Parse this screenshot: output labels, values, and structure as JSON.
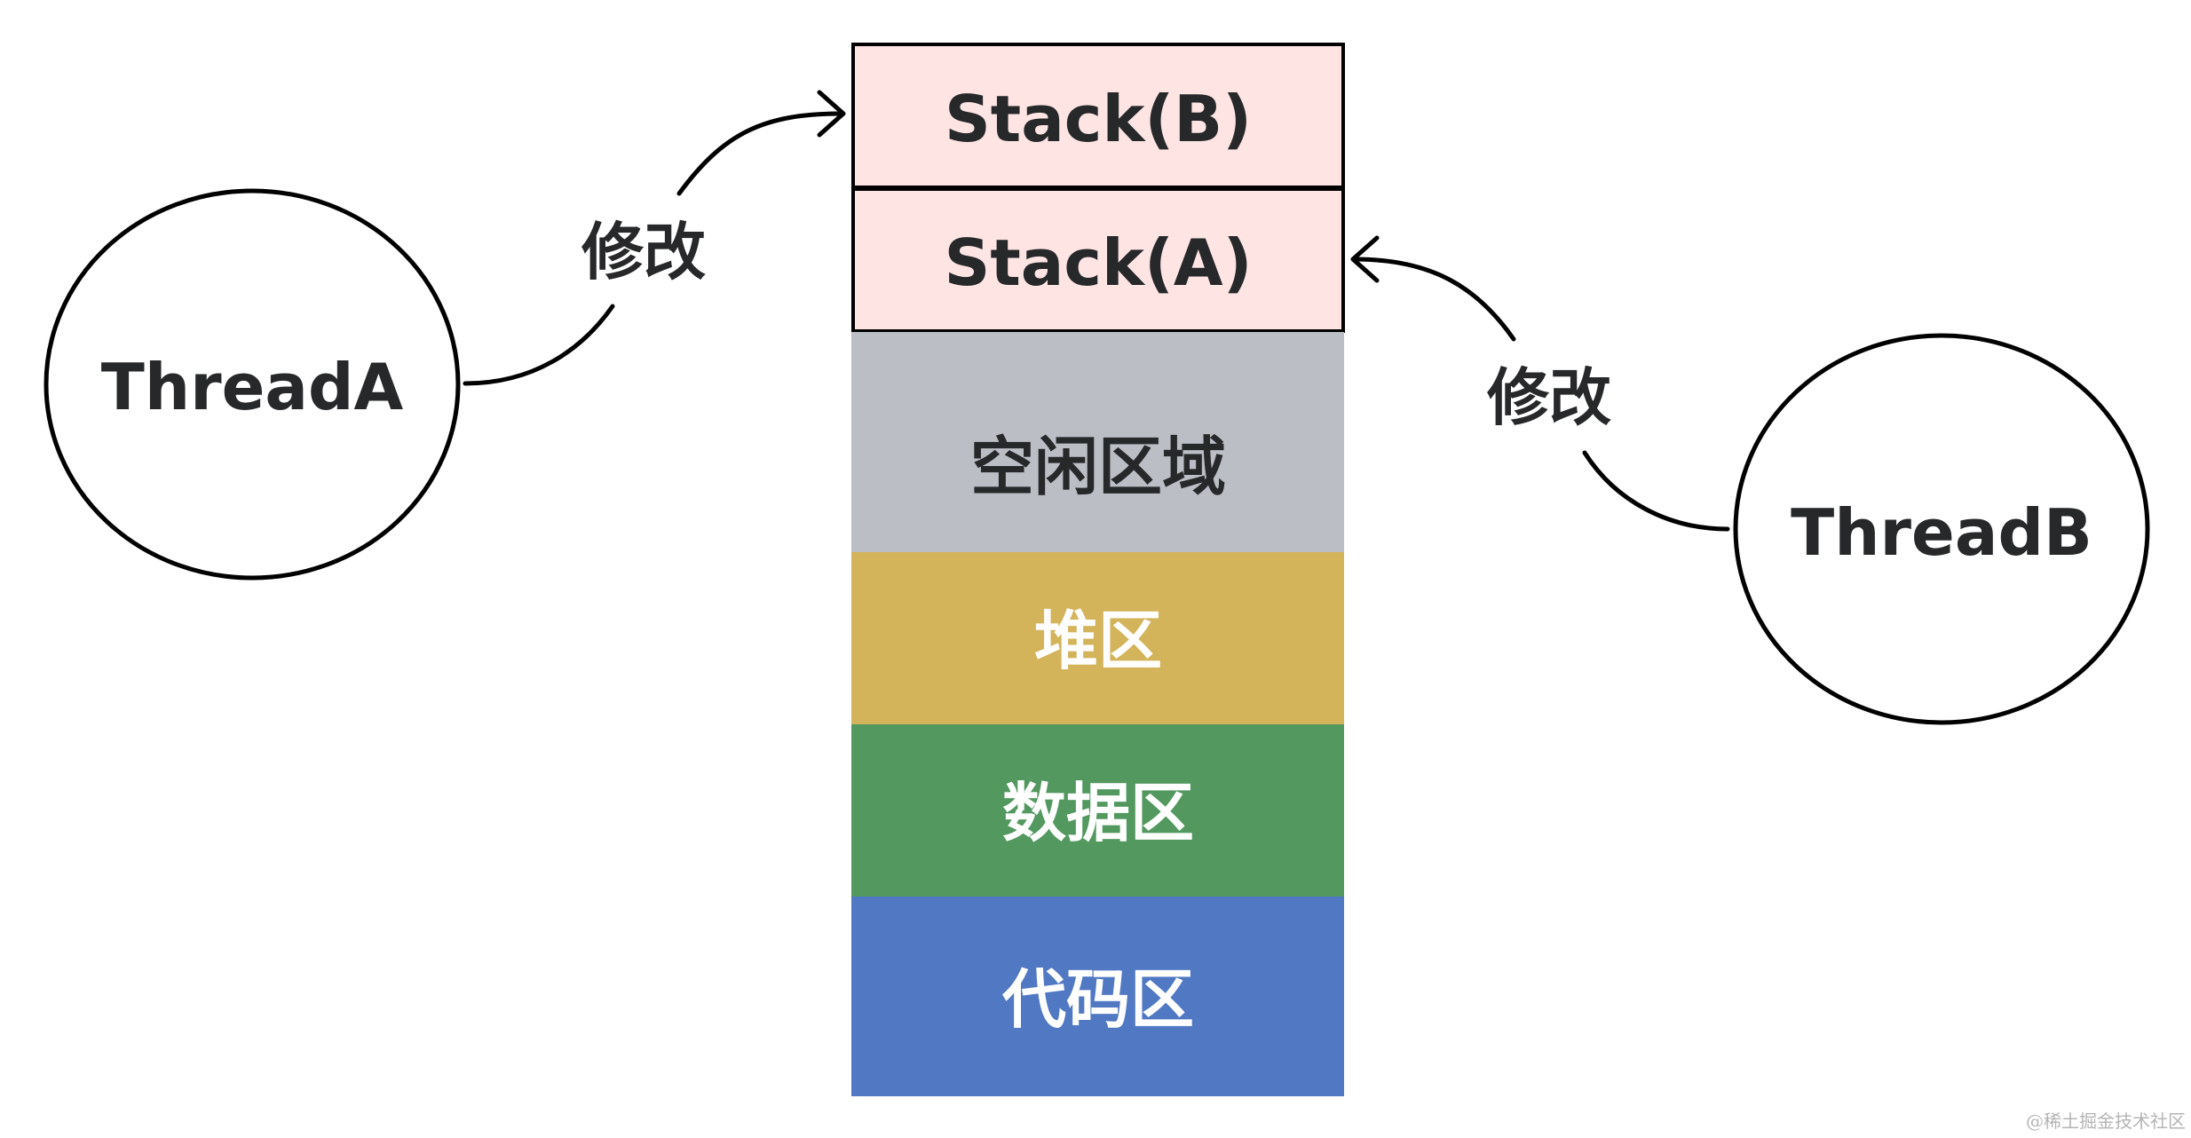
{
  "memory_layout": {
    "segments": [
      {
        "label": "Stack(B)",
        "fill": "#ffe4e4",
        "text_color": "#26282a",
        "bordered": true
      },
      {
        "label": "Stack(A)",
        "fill": "#ffe4e4",
        "text_color": "#26282a",
        "bordered": true
      },
      {
        "label": "空闲区域",
        "fill": "#bbbfc5",
        "text_color": "#26282a",
        "bordered": false
      },
      {
        "label": "堆区",
        "fill": "#d3b45b",
        "text_color": "#ffffff",
        "bordered": false
      },
      {
        "label": "数据区",
        "fill": "#52985f",
        "text_color": "#ffffff",
        "bordered": false
      },
      {
        "label": "代码区",
        "fill": "#5078c3",
        "text_color": "#ffffff",
        "bordered": false
      }
    ]
  },
  "threads": {
    "a": {
      "label": "ThreadA"
    },
    "b": {
      "label": "ThreadB"
    }
  },
  "edges": {
    "a_to_stack_b": {
      "label": "修改"
    },
    "b_to_stack_a": {
      "label": "修改"
    }
  },
  "watermark": "@稀土掘金技术社区",
  "colors": {
    "outline": "#000000",
    "text_dark": "#26282a"
  }
}
